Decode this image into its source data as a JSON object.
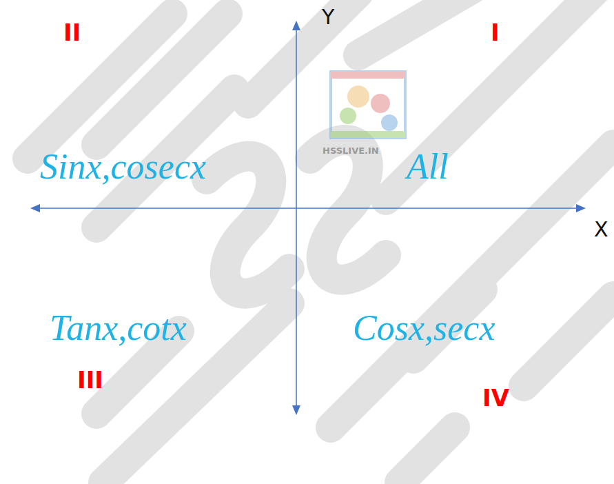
{
  "diagram": {
    "labels": [
      "Y",
      "II",
      "I",
      "Sinx,cosecx",
      "All",
      "X",
      "Tanx,cotx",
      "Cosx,secx",
      "III",
      "IV",
      "HSSLIVE.IN"
    ]
  }
}
